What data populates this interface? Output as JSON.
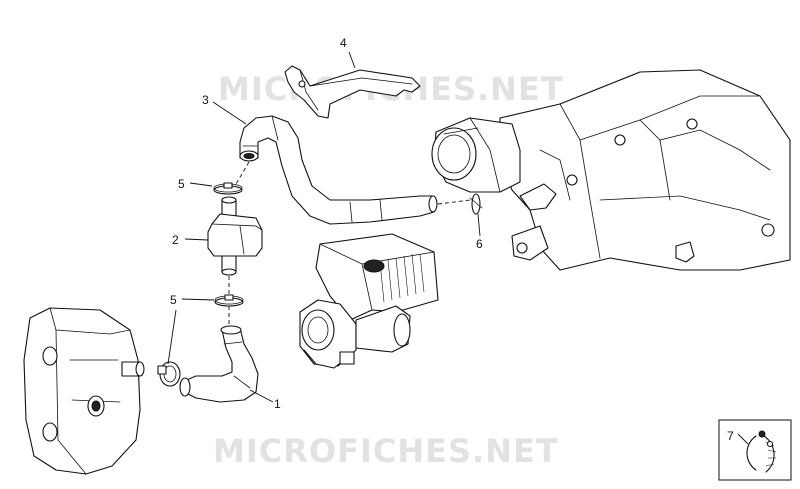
{
  "watermark": {
    "text": "MICROFICHES.NET"
  },
  "callouts": {
    "part_1": "1",
    "part_2": "2",
    "part_3": "3",
    "part_4": "4",
    "part_5_upper": "5",
    "part_5_lower": "5",
    "part_6": "6",
    "part_7": "7"
  },
  "colors": {
    "line": "#111111",
    "watermark": "#e2e2e2",
    "background": "#ffffff"
  }
}
